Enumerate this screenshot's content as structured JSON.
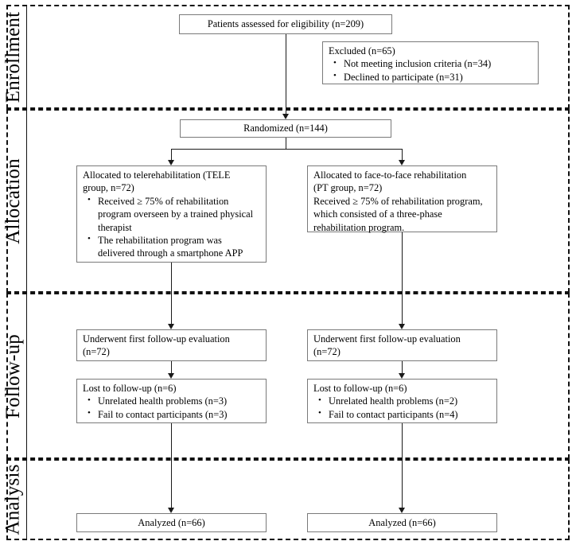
{
  "diagram": {
    "title": "CONSORT participant flow diagram",
    "type": "flowchart",
    "stages": [
      {
        "id": "enrollment",
        "label": "Enrollment"
      },
      {
        "id": "allocation",
        "label": "Allocation"
      },
      {
        "id": "followup",
        "label": "Follow-up"
      },
      {
        "id": "analysis",
        "label": "Analysis"
      }
    ]
  },
  "nodes": {
    "assessed": {
      "text": "Patients assessed for eligibility (n=209)"
    },
    "excluded": {
      "heading": "Excluded (n=65)",
      "bullets": [
        "Not meeting inclusion criteria (n=34)",
        "Declined to participate (n=31)"
      ]
    },
    "randomized": {
      "text": "Randomized (n=144)"
    },
    "alloc_tele": {
      "line1": "Allocated to telerehabilitation (TELE",
      "line2": "group, n=72)",
      "bullets": [
        "Received ≥ 75% of rehabilitation program overseen by a trained physical therapist",
        "The rehabilitation program was delivered through a smartphone APP"
      ]
    },
    "alloc_pt": {
      "line1": "Allocated to face-to-face rehabilitation",
      "line2": "(PT group, n=72)",
      "line3": "Received ≥ 75% of rehabilitation program, which consisted of a three-phase rehabilitation program."
    },
    "followup_tele": {
      "line1": "Underwent first follow-up evaluation",
      "line2": "(n=72)"
    },
    "followup_pt": {
      "line1": "Underwent first follow-up evaluation",
      "line2": "(n=72)"
    },
    "lost_tele": {
      "heading": "Lost to follow-up (n=6)",
      "bullets": [
        "Unrelated health problems (n=3)",
        "Fail to contact participants (n=3)"
      ]
    },
    "lost_pt": {
      "heading": "Lost to follow-up (n=6)",
      "bullets": [
        "Unrelated health problems (n=2)",
        "Fail to contact participants (n=4)"
      ]
    },
    "analyzed_tele": {
      "text": "Analyzed (n=66)"
    },
    "analyzed_pt": {
      "text": "Analyzed (n=66)"
    }
  },
  "counts": {
    "assessed": 209,
    "excluded_total": 65,
    "excluded_not_meeting": 34,
    "excluded_declined": 31,
    "randomized": 144,
    "tele_allocated": 72,
    "pt_allocated": 72,
    "tele_followup": 72,
    "pt_followup": 72,
    "tele_lost": 6,
    "pt_lost": 6,
    "tele_analyzed": 66,
    "pt_analyzed": 66
  },
  "colors": {
    "box_border": "#7a7a7a",
    "frame_border": "#111111",
    "connector": "#1a1a1a",
    "background": "#ffffff",
    "text": "#000000"
  }
}
